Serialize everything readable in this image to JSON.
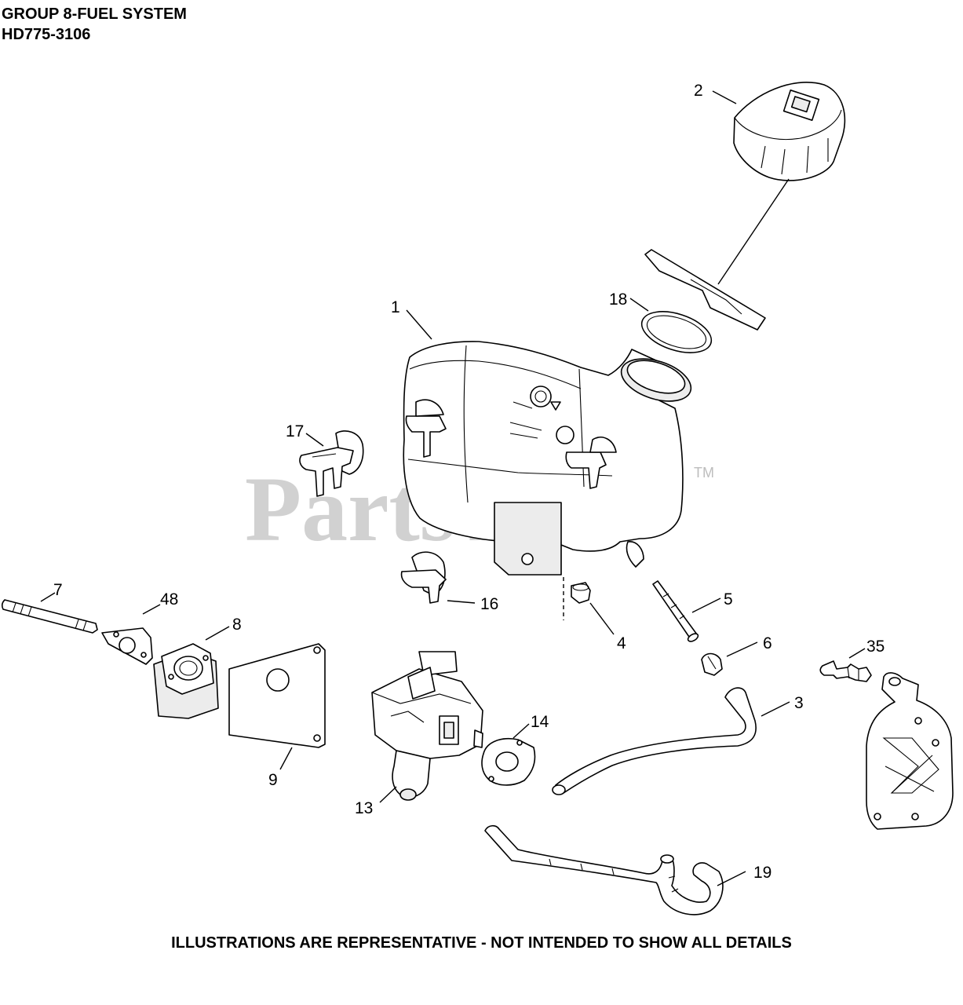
{
  "header": {
    "line1": "GROUP 8-FUEL SYSTEM",
    "line2": "HD775-3106"
  },
  "watermark": {
    "text": "PartsTree",
    "trademark": "TM"
  },
  "callouts": {
    "c1": "1",
    "c2": "2",
    "c3": "3",
    "c4": "4",
    "c5": "5",
    "c6": "6",
    "c7": "7",
    "c8": "8",
    "c9": "9",
    "c13": "13",
    "c14": "14",
    "c16": "16",
    "c17": "17",
    "c18": "18",
    "c19": "19",
    "c35": "35",
    "c48": "48"
  },
  "footer": {
    "note": "ILLUSTRATIONS ARE REPRESENTATIVE - NOT INTENDED TO SHOW ALL DETAILS"
  },
  "colors": {
    "ink": "#000000",
    "watermark": "#c9c9c9",
    "background": "#ffffff"
  }
}
